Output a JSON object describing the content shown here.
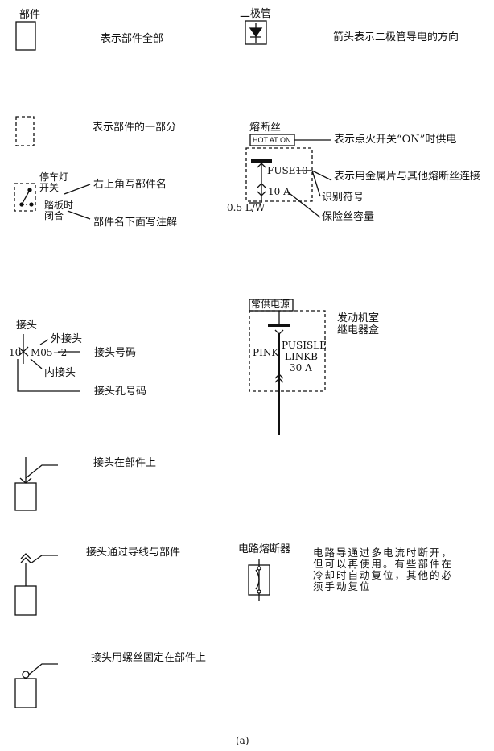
{
  "legend": {
    "component_title": "部件",
    "component_desc": "表示部件全部",
    "diode_title": "二极管",
    "diode_desc": "箭头表示二极管导电的方向",
    "partial_desc": "表示部件的一部分",
    "fuse_title": "熔断丝",
    "fuse_hot_label": "HOT AT ON",
    "fuse_hot_desc": "表示点火开关“ON”时供电",
    "fuse_id": "FUSE10",
    "fuse_metal_desc": "表示用金属片与其他熔断丝连接",
    "fuse_capacity": "10 A",
    "fuse_id_desc": "识别符号",
    "fuse_capacity_desc": "保险丝容量",
    "wire_label": "0.5 L/W",
    "switch_name_line1": "停车灯",
    "switch_name_line2": "开关",
    "switch_name_desc": "右上角写部件名",
    "switch_note_line1": "踏板时",
    "switch_note_line2": "闭合",
    "switch_note_desc": "部件名下面写注解",
    "power_label": "常供电源",
    "engine_box_line1": "发动机室",
    "engine_box_line2": "继电器盒",
    "pink_label": "PINK",
    "fusible_line1": "PUSISLE",
    "fusible_line2": "LINKB",
    "fusible_line3": "30 A",
    "connector_title": "接头",
    "connector_outer": "外接头",
    "connector_pin": "10",
    "connector_code": "M05−2",
    "connector_inner": "内接头",
    "connector_code_desc": "接头号码",
    "connector_pin_desc": "接头孔号码",
    "on_component_desc": "接头在部件上",
    "via_wire_desc": "接头通过导线与部件",
    "breaker_title": "电路熔断器",
    "breaker_desc": "电路导通过多电流时断开，但可以再使用。有些部件在冷却时自动复位，其他的必须手动复位",
    "screw_desc": "接头用螺丝固定在部件上",
    "caption": "(a)"
  }
}
